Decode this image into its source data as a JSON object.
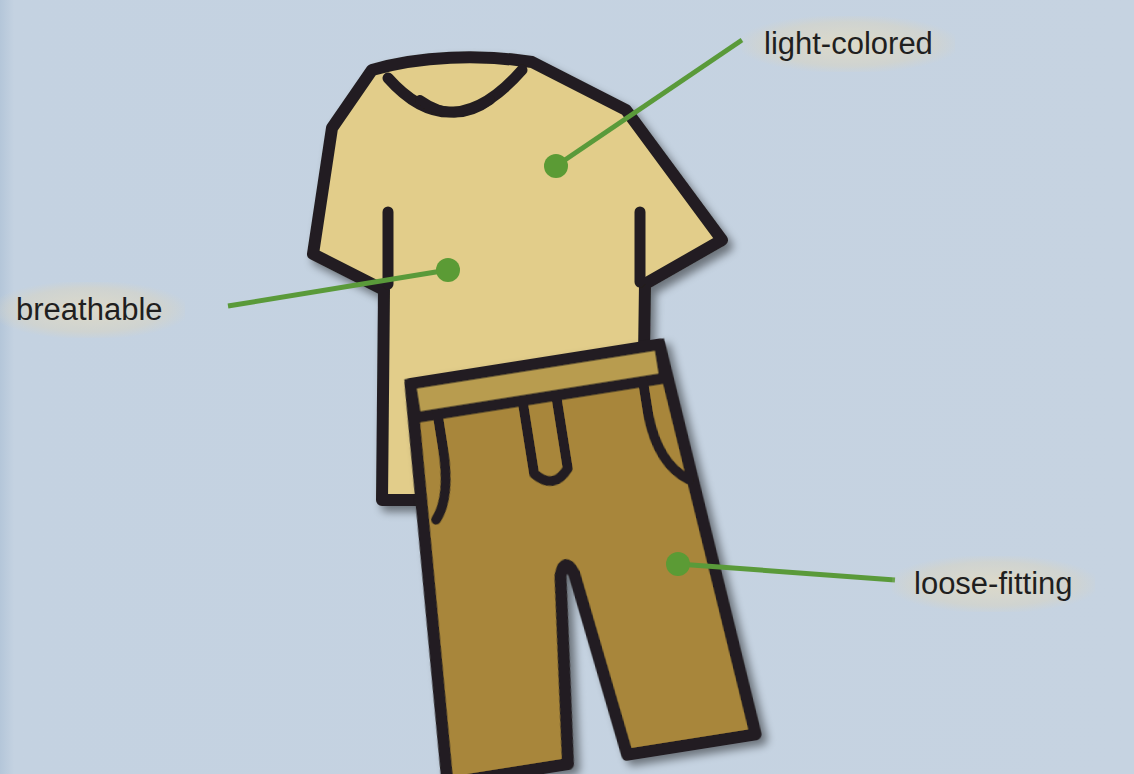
{
  "diagram": {
    "labels": [
      "light-colored",
      "breathable",
      "loose-fitting"
    ]
  }
}
